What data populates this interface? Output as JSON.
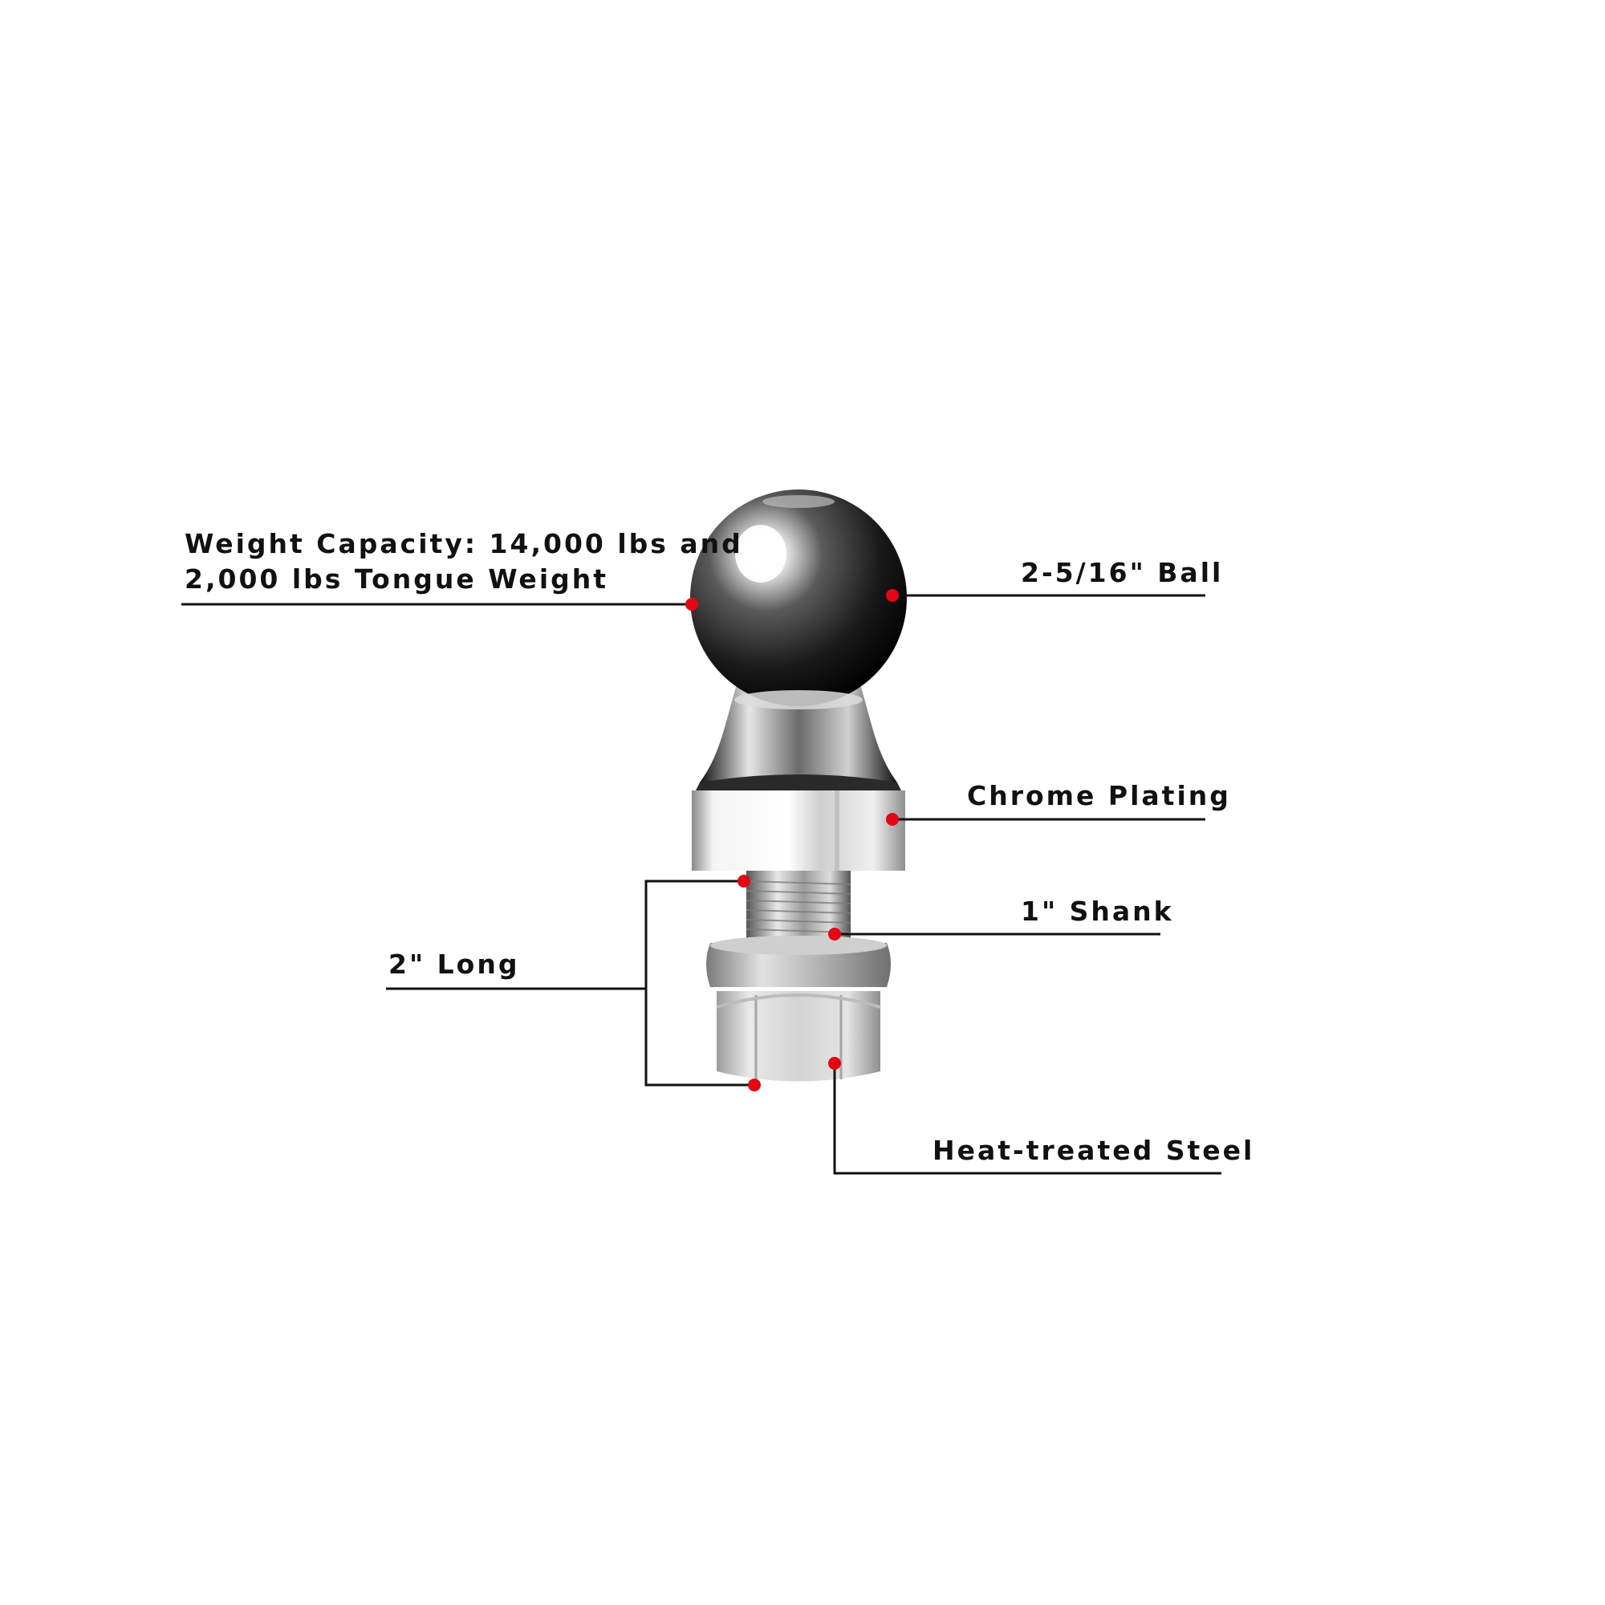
{
  "callouts": {
    "weight": {
      "line1": "Weight Capacity: 14,000 lbs and",
      "line2": "2,000 lbs Tongue Weight"
    },
    "ball": "2-5/16\" Ball",
    "chrome": "Chrome Plating",
    "shank": "1\" Shank",
    "long": "2\" Long",
    "steel": "Heat-treated Steel"
  },
  "colors": {
    "dot": "#e30613",
    "line": "#111111",
    "text": "#111111",
    "background": "#ffffff"
  }
}
